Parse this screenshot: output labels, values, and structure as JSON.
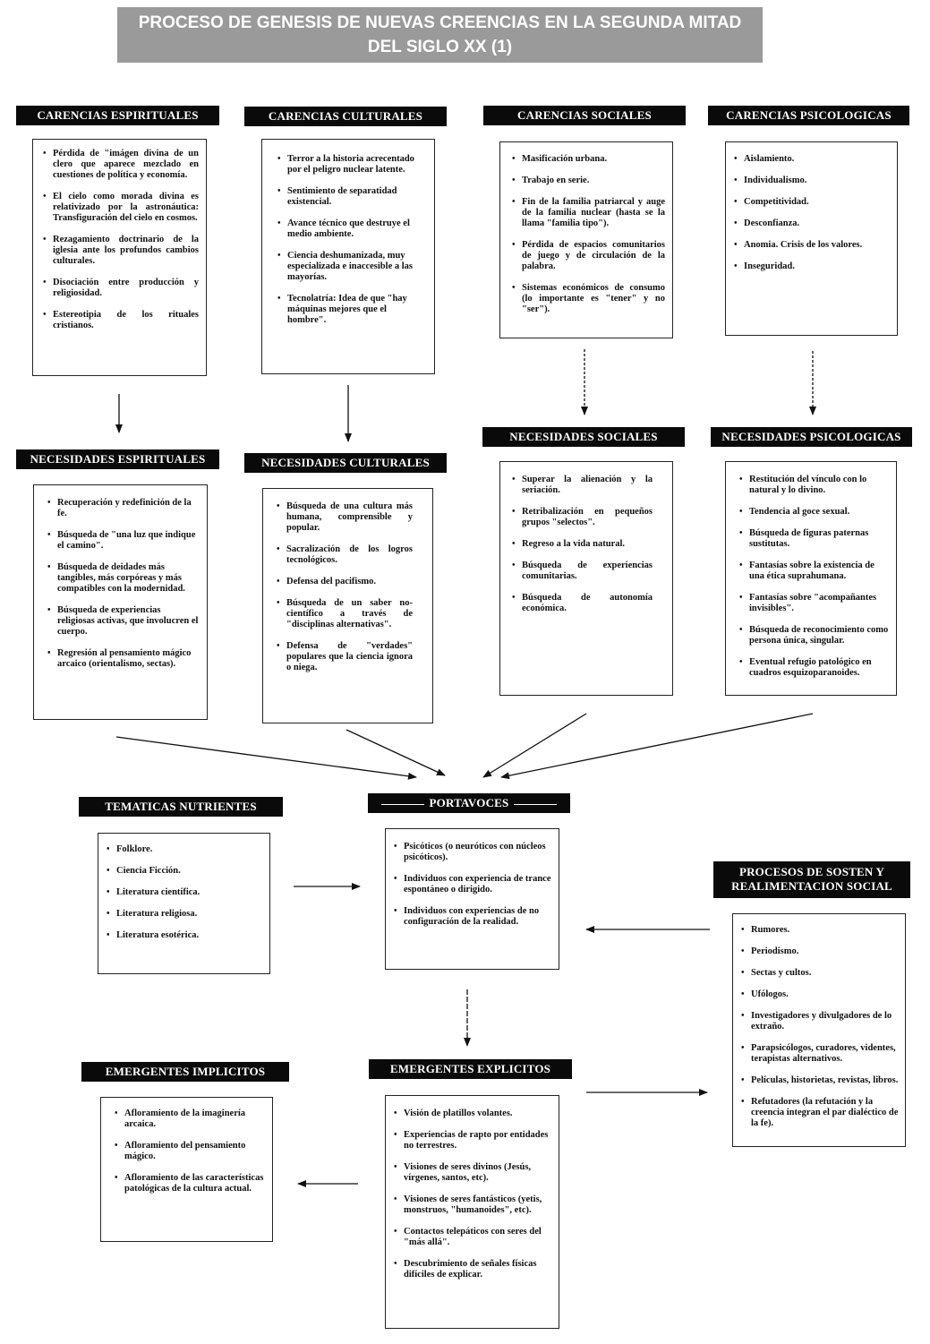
{
  "title": {
    "line1": "PROCESO DE GENESIS DE NUEVAS CREENCIAS EN LA SEGUNDA MITAD",
    "line2": "DEL SIGLO XX  (1)"
  },
  "carencias": {
    "espirituales": {
      "label": "CARENCIAS ESPIRITUALES",
      "items": [
        "Pérdida de \"imágen divina de un clero que aparece mezclado en cuestiones de política y economía.",
        "El cielo como morada divina es relativizado por la astronáutica: Transfiguración del cielo en cosmos.",
        "Rezagamiento doctrinario de la iglesia ante los profundos cambios culturales.",
        "Disociación entre producción y religiosidad.",
        "Estereotipia de los rituales cristianos."
      ]
    },
    "culturales": {
      "label": "CARENCIAS CULTURALES",
      "items": [
        "Terror a la historia acrecentado por el peligro nuclear latente.",
        "Sentimiento de separatidad existencial.",
        "Avance técnico que destruye el medio ambiente.",
        "Ciencia deshumanizada, muy especializada e inaccesible a las mayorías.",
        "Tecnolatría: Idea de que \"hay máquinas mejores que el hombre\"."
      ]
    },
    "sociales": {
      "label": "CARENCIAS SOCIALES",
      "items": [
        "Masificación urbana.",
        "Trabajo en serie.",
        "Fin de la familia patriarcal y auge de la familia nuclear (hasta se la llama \"familia tipo\").",
        "Pérdida de espacios comunitarios de juego y de circulación de la palabra.",
        "Sistemas económicos de consumo (lo importante es \"tener\" y no \"ser\")."
      ]
    },
    "psicologicas": {
      "label": "CARENCIAS PSICOLOGICAS",
      "items": [
        "Aislamiento.",
        "Individualismo.",
        "Competitividad.",
        "Desconfianza.",
        "Anomia. Crisis de los valores.",
        "Inseguridad."
      ]
    }
  },
  "necesidades": {
    "espirituales": {
      "label": "NECESIDADES ESPIRITUALES",
      "items": [
        "Recuperación y redefinición de la fe.",
        "Búsqueda de \"una luz que indique el camino\".",
        "Búsqueda de deidades más tangibles, más corpóreas y más compatibles con la modernidad.",
        "Búsqueda de experiencias religiosas activas, que involucren el cuerpo.",
        "Regresión al pensamiento mágico arcaico (orientalismo, sectas)."
      ]
    },
    "culturales": {
      "label": "NECESIDADES CULTURALES",
      "items": [
        "Búsqueda de una cultura más humana, comprensible y popular.",
        "Sacralización de los logros tecnológicos.",
        "Defensa del pacifismo.",
        "Búsqueda de un saber no-científico a través de \"disciplinas alternativas\".",
        "Defensa de \"verdades\" populares que la ciencia ignora o niega."
      ]
    },
    "sociales": {
      "label": "NECESIDADES SOCIALES",
      "items": [
        "Superar la alienación y la seriación.",
        "Retribalización en pequeños grupos \"selectos\".",
        "Regreso a la vida natural.",
        "Búsqueda de experiencias comunitarias.",
        "Búsqueda de autonomía económica."
      ]
    },
    "psicologicas": {
      "label": "NECESIDADES PSICOLOGICAS",
      "items": [
        "Restitución del vínculo con lo natural y lo divino.",
        "Tendencia al goce sexual.",
        "Búsqueda de figuras paternas sustitutas.",
        "Fantasías sobre la existencia de una ética suprahumana.",
        "Fantasías sobre \"acompañantes invisibles\".",
        "Búsqueda de reconocimiento como persona única, singular.",
        "Eventual refugio patológico en cuadros esquizoparanoides."
      ]
    }
  },
  "tematicas": {
    "label": "TEMATICAS NUTRIENTES",
    "items": [
      "Folklore.",
      "Ciencia Ficción.",
      "Literatura científica.",
      "Literatura religiosa.",
      "Literatura esotérica."
    ]
  },
  "portavoces": {
    "label": "PORTAVOCES",
    "items": [
      "Psicóticos (o neuróticos con núcleos psicóticos).",
      "Individuos con experiencia de trance espontáneo o dirigido.",
      "Individuos con experiencias de no configuración de la realidad."
    ]
  },
  "procesos": {
    "label_line1": "PROCESOS DE SOSTEN Y",
    "label_line2": "REALIMENTACION SOCIAL",
    "items": [
      "Rumores.",
      "Periodismo.",
      "Sectas y cultos.",
      "Ufólogos.",
      "Investigadores y divulgadores de lo extraño.",
      "Parapsicólogos, curadores, videntes, terapistas alternativos.",
      "Películas, historietas, revistas, libros.",
      "Refutadores (la refutación y la creencia integran el par dialéctico de la fe)."
    ]
  },
  "emergentes_implicitos": {
    "label": "EMERGENTES IMPLICITOS",
    "items": [
      "Afloramiento de la imaginería arcaica.",
      "Afloramiento del pensamiento mágico.",
      "Afloramiento de las características patológicas de la cultura actual."
    ]
  },
  "emergentes_explicitos": {
    "label": "EMERGENTES EXPLICITOS",
    "items": [
      "Visión de platillos volantes.",
      "Experiencias de rapto por entidades no terrestres.",
      "Visiones de seres divinos (Jesús, vírgenes, santos, etc).",
      "Visiones de seres fantásticos (yetis, monstruos, \"humanoides\", etc).",
      "Contactos telepáticos con seres del \"más allá\".",
      "Descubrimiento de señales físicas difíciles de explicar."
    ]
  }
}
